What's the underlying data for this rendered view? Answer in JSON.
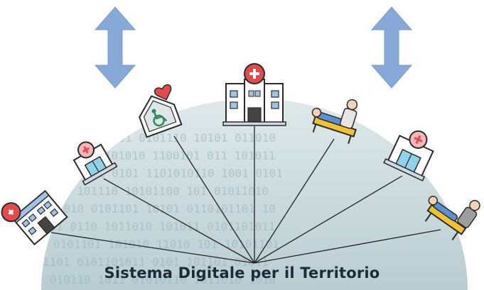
{
  "diagram": {
    "caption": "Sistema Digitale per il Territorio",
    "colors": {
      "dome": "#c9d9dc",
      "dome_text": "#7fa6b0",
      "lines": "#222222",
      "arrow": "#86a9d8",
      "building_red": "#e24b4b",
      "icon_outline": "#2b2b2b"
    },
    "arrows": [
      {
        "name": "left-vertical-arrow"
      },
      {
        "name": "right-vertical-arrow"
      }
    ],
    "nodes": [
      {
        "name": "hospital-large-icon"
      },
      {
        "name": "clinic-icon"
      },
      {
        "name": "care-home-wheelchair-icon"
      },
      {
        "name": "hospital-center-icon"
      },
      {
        "name": "patient-bed-icon"
      },
      {
        "name": "clinic-right-icon"
      },
      {
        "name": "patient-stretcher-icon"
      }
    ]
  }
}
